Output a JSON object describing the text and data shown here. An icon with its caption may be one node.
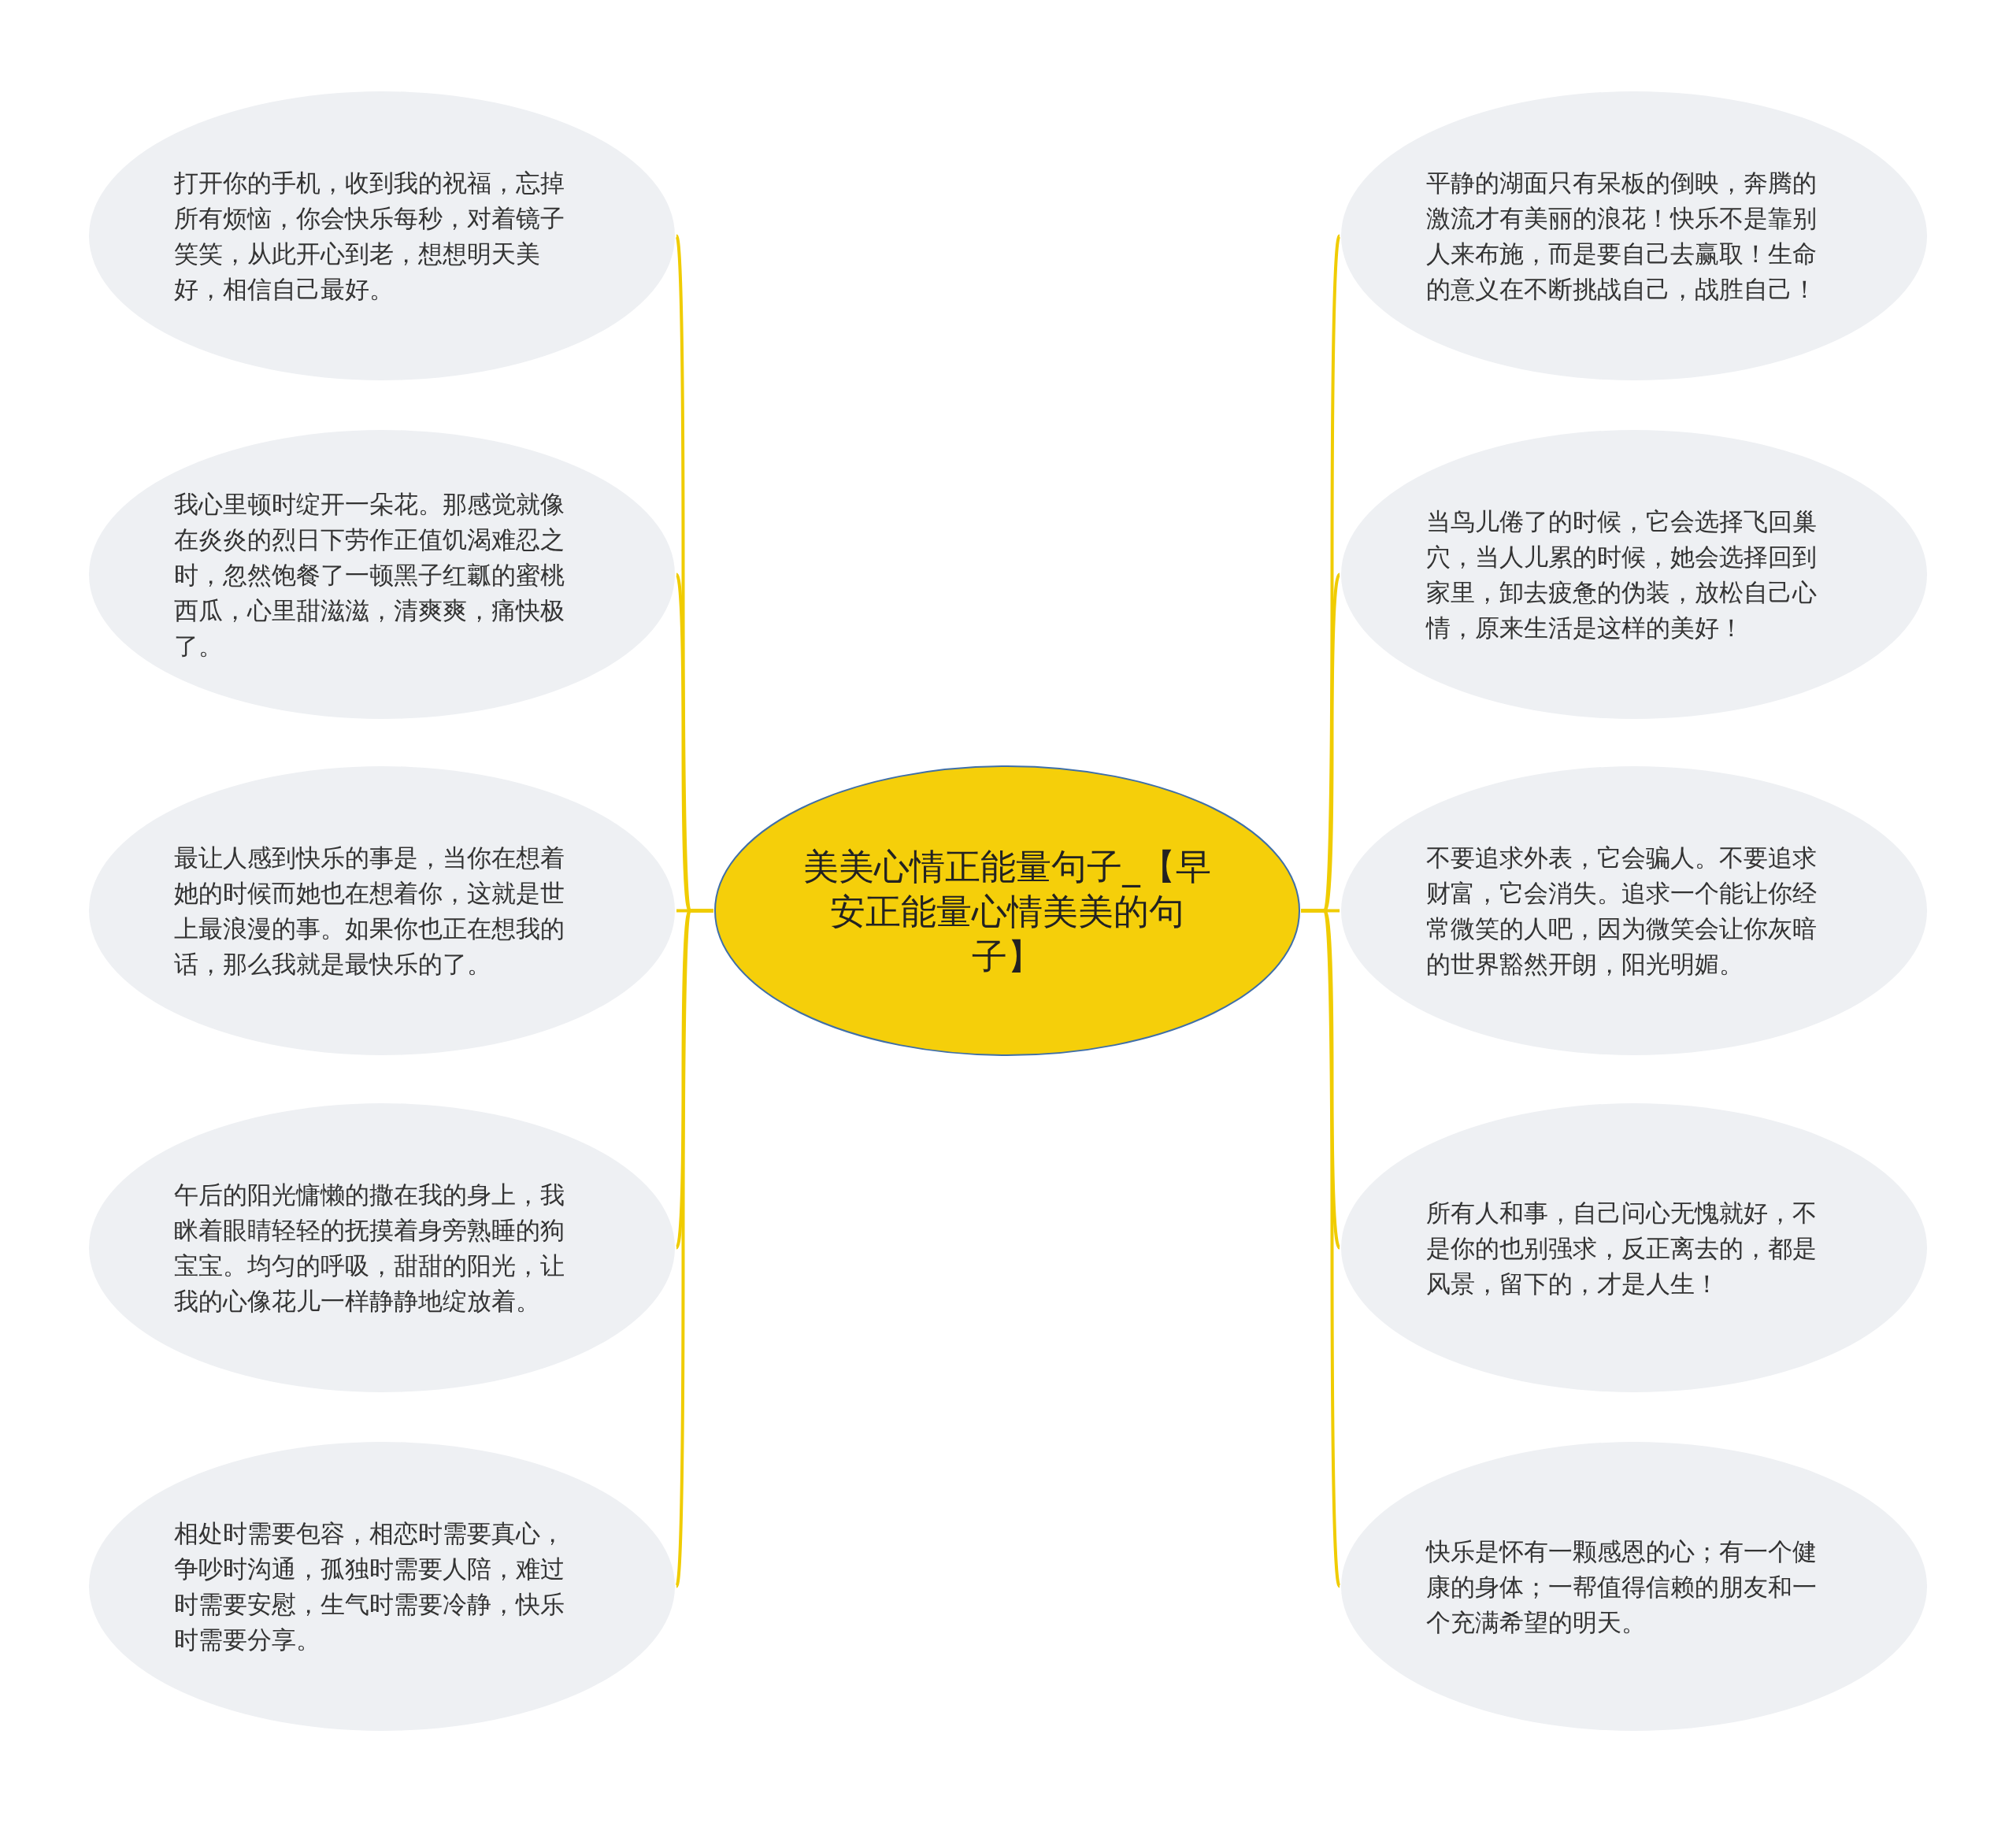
{
  "diagram": {
    "nodes": [
      {
        "text": [
          "美美心情正能量句子_【早安正能量心情美美的句子】"
        ]
      },
      {
        "text": [
          "打开你的手机，收到我的祝福，忘掉所有烦恼，你会快乐每秒，对着镜子笑笑，从此开心到老，想想明天美好，相信自己最好。"
        ]
      },
      {
        "text": [
          "我心里顿时绽开一朵花。那感觉就像在炎炎的烈日下劳作正值饥渴难忍之时，忽然饱餐了一顿黑子红瓤的蜜桃西瓜，心里甜滋滋，清爽爽，痛快极了。"
        ]
      },
      {
        "text": [
          "最让人感到快乐的事是，当你在想着她的时候而她也在想着你，这就是世上最浪漫的事。如果你也正在想我的话，那么我就是最快乐的了。"
        ]
      },
      {
        "text": [
          "午后的阳光慵懒的撒在我的身上，我眯着眼睛轻轻的抚摸着身旁熟睡的狗宝宝。均匀的呼吸，甜甜的阳光，让我的心像花儿一样静静地绽放着。"
        ]
      },
      {
        "text": [
          "相处时需要包容，相恋时需要真心，争吵时沟通，孤独时需要人陪，难过时需要安慰，生气时需要冷静，快乐时需要分享。"
        ]
      },
      {
        "text": [
          "平静的湖面只有呆板的倒映，奔腾的激流才有美丽的浪花！快乐不是靠别人来布施，而是要自己去赢取！生命的意义在不断挑战自己，战胜自己！"
        ]
      },
      {
        "text": [
          "当鸟儿倦了的时候，它会选择飞回巢穴，当人儿累的时候，她会选择回到家里，卸去疲惫的伪装，放松自己心情，原来生活是这样的美好！"
        ]
      },
      {
        "text": [
          "不要追求外表，它会骗人。不要追求财富，它会消失。追求一个能让你经常微笑的人吧，因为微笑会让你灰暗的世界豁然开朗，阳光明媚。"
        ]
      },
      {
        "text": [
          "所有人和事，自己问心无愧就好，不是你的也别强求，反正离去的，都是风景，留下的，才是人生！"
        ]
      },
      {
        "text": [
          "快乐是怀有一颗感恩的心；有一个健康的身体；一帮值得信赖的朋友和一个充满希望的明天。"
        ]
      }
    ],
    "edges": [
      {
        "from": 0,
        "to": 1,
        "arrow": "none"
      },
      {
        "from": 0,
        "to": 2,
        "arrow": "none"
      },
      {
        "from": 0,
        "to": 3,
        "arrow": "none"
      },
      {
        "from": 0,
        "to": 4,
        "arrow": "none"
      },
      {
        "from": 0,
        "to": 5,
        "arrow": "none"
      },
      {
        "from": 0,
        "to": 6,
        "arrow": "none"
      },
      {
        "from": 0,
        "to": 7,
        "arrow": "none"
      },
      {
        "from": 0,
        "to": 8,
        "arrow": "none"
      },
      {
        "from": 0,
        "to": 9,
        "arrow": "none"
      },
      {
        "from": 0,
        "to": 10,
        "arrow": "none"
      }
    ]
  }
}
